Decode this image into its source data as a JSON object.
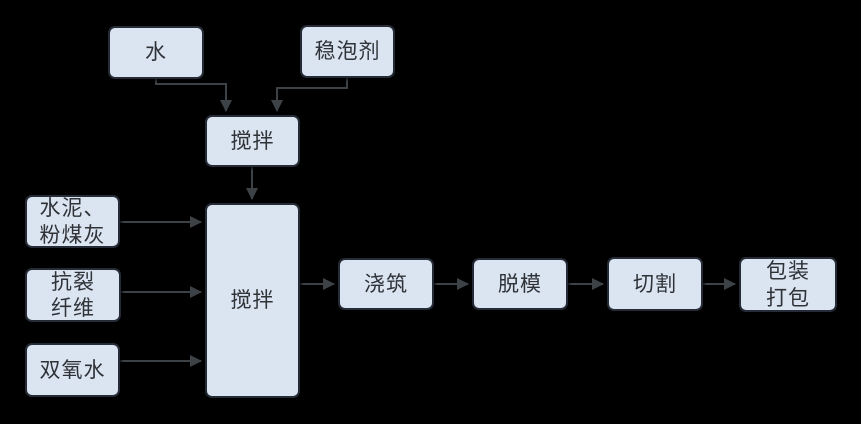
{
  "colors": {
    "background": "#000000",
    "node_fill": "#dbe4f1",
    "node_border": "#252c38",
    "arrow": "#3d4247",
    "text": "#2f3338"
  },
  "diagram": {
    "type": "flowchart",
    "nodes": {
      "water": {
        "label": "水"
      },
      "foam_stabilizer": {
        "label": "稳泡剂"
      },
      "mix_premix": {
        "label": "搅拌"
      },
      "cement_flyash": {
        "label": "水泥、\n粉煤灰"
      },
      "anticrack_fiber": {
        "label": "抗裂\n纤维"
      },
      "hydrogen_peroxide": {
        "label": "双氧水"
      },
      "mix_main": {
        "label": "搅拌"
      },
      "pouring": {
        "label": "浇筑"
      },
      "demolding": {
        "label": "脱模"
      },
      "cutting": {
        "label": "切割"
      },
      "packaging": {
        "label": "包装\n打包"
      }
    },
    "edges": [
      {
        "from": "water",
        "to": "mix_premix"
      },
      {
        "from": "foam_stabilizer",
        "to": "mix_premix"
      },
      {
        "from": "mix_premix",
        "to": "mix_main"
      },
      {
        "from": "cement_flyash",
        "to": "mix_main"
      },
      {
        "from": "anticrack_fiber",
        "to": "mix_main"
      },
      {
        "from": "hydrogen_peroxide",
        "to": "mix_main"
      },
      {
        "from": "mix_main",
        "to": "pouring"
      },
      {
        "from": "pouring",
        "to": "demolding"
      },
      {
        "from": "demolding",
        "to": "cutting"
      },
      {
        "from": "cutting",
        "to": "packaging"
      }
    ]
  }
}
